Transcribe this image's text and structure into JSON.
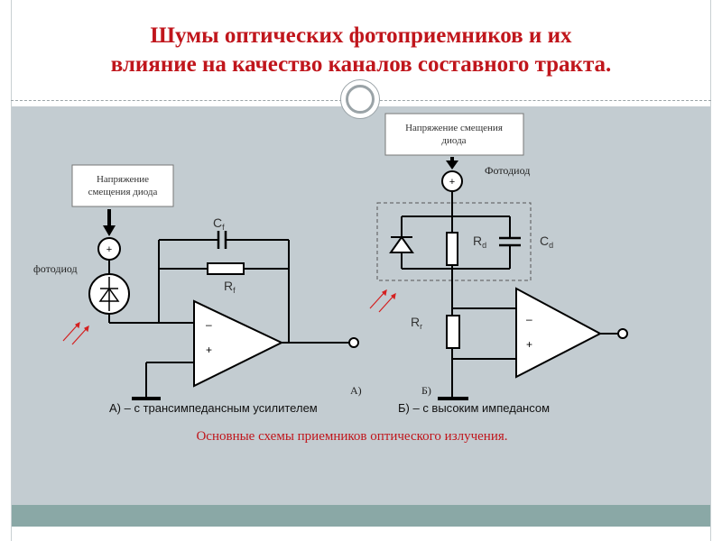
{
  "title": {
    "line1": "Шумы оптических фотоприемников и их",
    "line2": "влияние на качество каналов составного тракта."
  },
  "circuit_a": {
    "bias_box_line1": "Напряжение",
    "bias_box_line2": "смещения диода",
    "plus_sign": "+",
    "photodiode_label": "фотодиод",
    "capacitor_label": "C",
    "capacitor_sub": "f",
    "resistor_label": "R",
    "resistor_sub": "f",
    "opamp_minus": "–",
    "opamp_plus": "+",
    "tag": "А)",
    "caption": "А) – с трансимпедансным усилителем"
  },
  "circuit_b": {
    "bias_box_line1": "Напряжение смещения",
    "bias_box_line2": "диода",
    "plus_sign": "+",
    "photodiode_label": "Фотодиод",
    "rd_label": "R",
    "rd_sub": "d",
    "cd_label": "C",
    "cd_sub": "d",
    "rr_label": "R",
    "rr_sub": "r",
    "opamp_minus": "–",
    "opamp_plus": "+",
    "tag": "Б)",
    "caption": "Б) – с высоким импедансом"
  },
  "bottom_caption": "Основные схемы приемников оптического излучения.",
  "colors": {
    "title": "#c0161c",
    "content_bg": "#c3ccd1",
    "footer_bg": "#8aa8a6",
    "light_rays": "#d42020"
  }
}
